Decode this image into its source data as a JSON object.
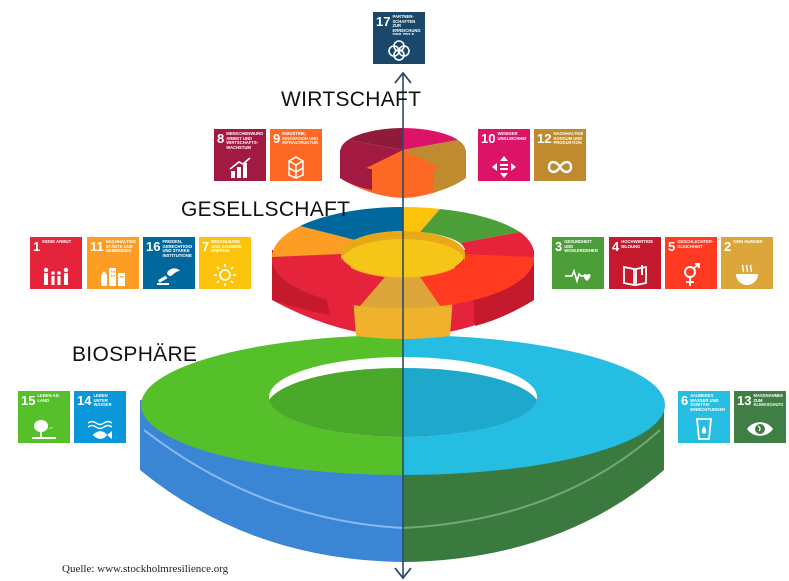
{
  "tiers": {
    "economy": "WIRTSCHAFT",
    "society": "GESELLSCHAFT",
    "biosphere": "BIOSPHÄRE"
  },
  "source": "Quelle: www.stockholmresilience.org",
  "goals": {
    "g1": {
      "num": "1",
      "label": "KEINE ARMUT",
      "color": "#e5243b",
      "icon": "family-icon"
    },
    "g2": {
      "num": "2",
      "label": "KEIN HUNGER",
      "color": "#dda63a",
      "icon": "bowl-icon"
    },
    "g3": {
      "num": "3",
      "label": "GESUNDHEIT UND WOHLERGEHEN",
      "color": "#4c9f38",
      "icon": "heartbeat-icon"
    },
    "g4": {
      "num": "4",
      "label": "HOCHWERTIGE BILDUNG",
      "color": "#c5192d",
      "icon": "book-icon"
    },
    "g5": {
      "num": "5",
      "label": "GESCHLECHTER-GLEICHHEIT",
      "color": "#ff3a21",
      "icon": "gender-icon"
    },
    "g6": {
      "num": "6",
      "label": "SAUBERES WASSER UND SANITÄR-EINRICHTUNGEN",
      "color": "#26bde2",
      "icon": "water-glass-icon"
    },
    "g7": {
      "num": "7",
      "label": "BEZAHLBARE UND SAUBERE ENERGIE",
      "color": "#fcc30b",
      "icon": "sun-icon"
    },
    "g8": {
      "num": "8",
      "label": "MENSCHENWÜRDIGE ARBEIT UND WIRTSCHAFTS-WACHSTUM",
      "color": "#a21942",
      "icon": "growth-chart-icon"
    },
    "g9": {
      "num": "9",
      "label": "INDUSTRIE, INNOVATION UND INFRASTRUKTUR",
      "color": "#fd6925",
      "icon": "cubes-icon"
    },
    "g10": {
      "num": "10",
      "label": "WENIGER UNGLEICHHEITEN",
      "color": "#dd1367",
      "icon": "equality-icon"
    },
    "g11": {
      "num": "11",
      "label": "NACHHALTIGE STÄDTE UND GEMEINDEN",
      "color": "#fd9d24",
      "icon": "city-icon"
    },
    "g12": {
      "num": "12",
      "label": "NACHHALTIGE/R KONSUM UND PRODUKTION",
      "color": "#bf8b2e",
      "icon": "infinity-icon"
    },
    "g13": {
      "num": "13",
      "label": "MASSNAHMEN ZUM KLIMASCHUTZ",
      "color": "#3f7e44",
      "icon": "eye-globe-icon"
    },
    "g14": {
      "num": "14",
      "label": "LEBEN UNTER WASSER",
      "color": "#0a97d9",
      "icon": "fish-icon"
    },
    "g15": {
      "num": "15",
      "label": "LEBEN AN LAND",
      "color": "#56c02b",
      "icon": "tree-icon"
    },
    "g16": {
      "num": "16",
      "label": "FRIEDEN, GERECHTIGKEIT UND STARKE INSTITUTIONEN",
      "color": "#00689d",
      "icon": "dove-gavel-icon"
    },
    "g17": {
      "num": "17",
      "label": "PARTNER-SCHAFTEN ZUR ERREICHUNG DER ZIELE",
      "color": "#19486a",
      "icon": "rings-icon"
    }
  }
}
